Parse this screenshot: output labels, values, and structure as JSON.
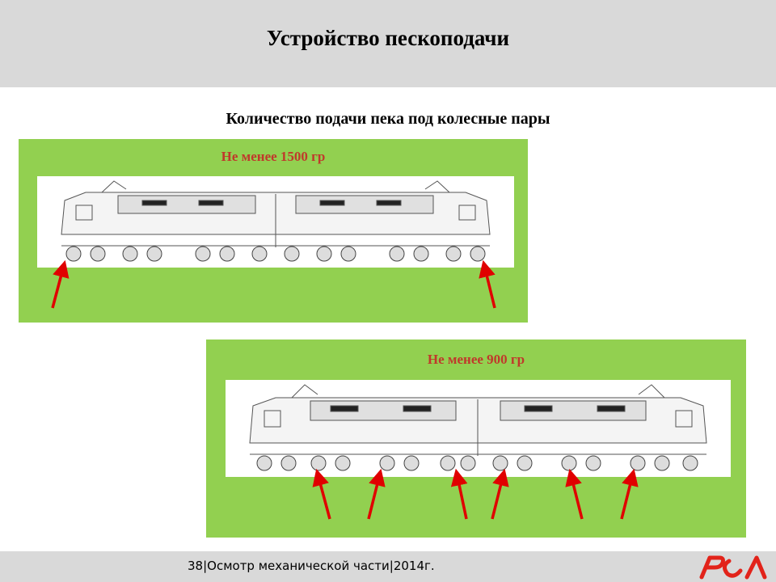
{
  "slide": {
    "title": "Устройство пескоподачи",
    "subtitle": "Количество подачи пека под колесные пары"
  },
  "panels": [
    {
      "label": "Не менее 1500 гр",
      "arrow_count": 2
    },
    {
      "label": "Не менее 900 гр",
      "arrow_count": 6
    }
  ],
  "footer": {
    "text": "38|Осмотр механической части|2014г."
  },
  "colors": {
    "header_bg": "#d9d9d9",
    "panel_bg": "#92d050",
    "label_red": "#c0392b",
    "arrow_red": "#e00000",
    "logo_red": "#e2231a"
  },
  "icons": [
    "locomotive-drawing",
    "red-arrow-icon",
    "rzd-logo"
  ]
}
